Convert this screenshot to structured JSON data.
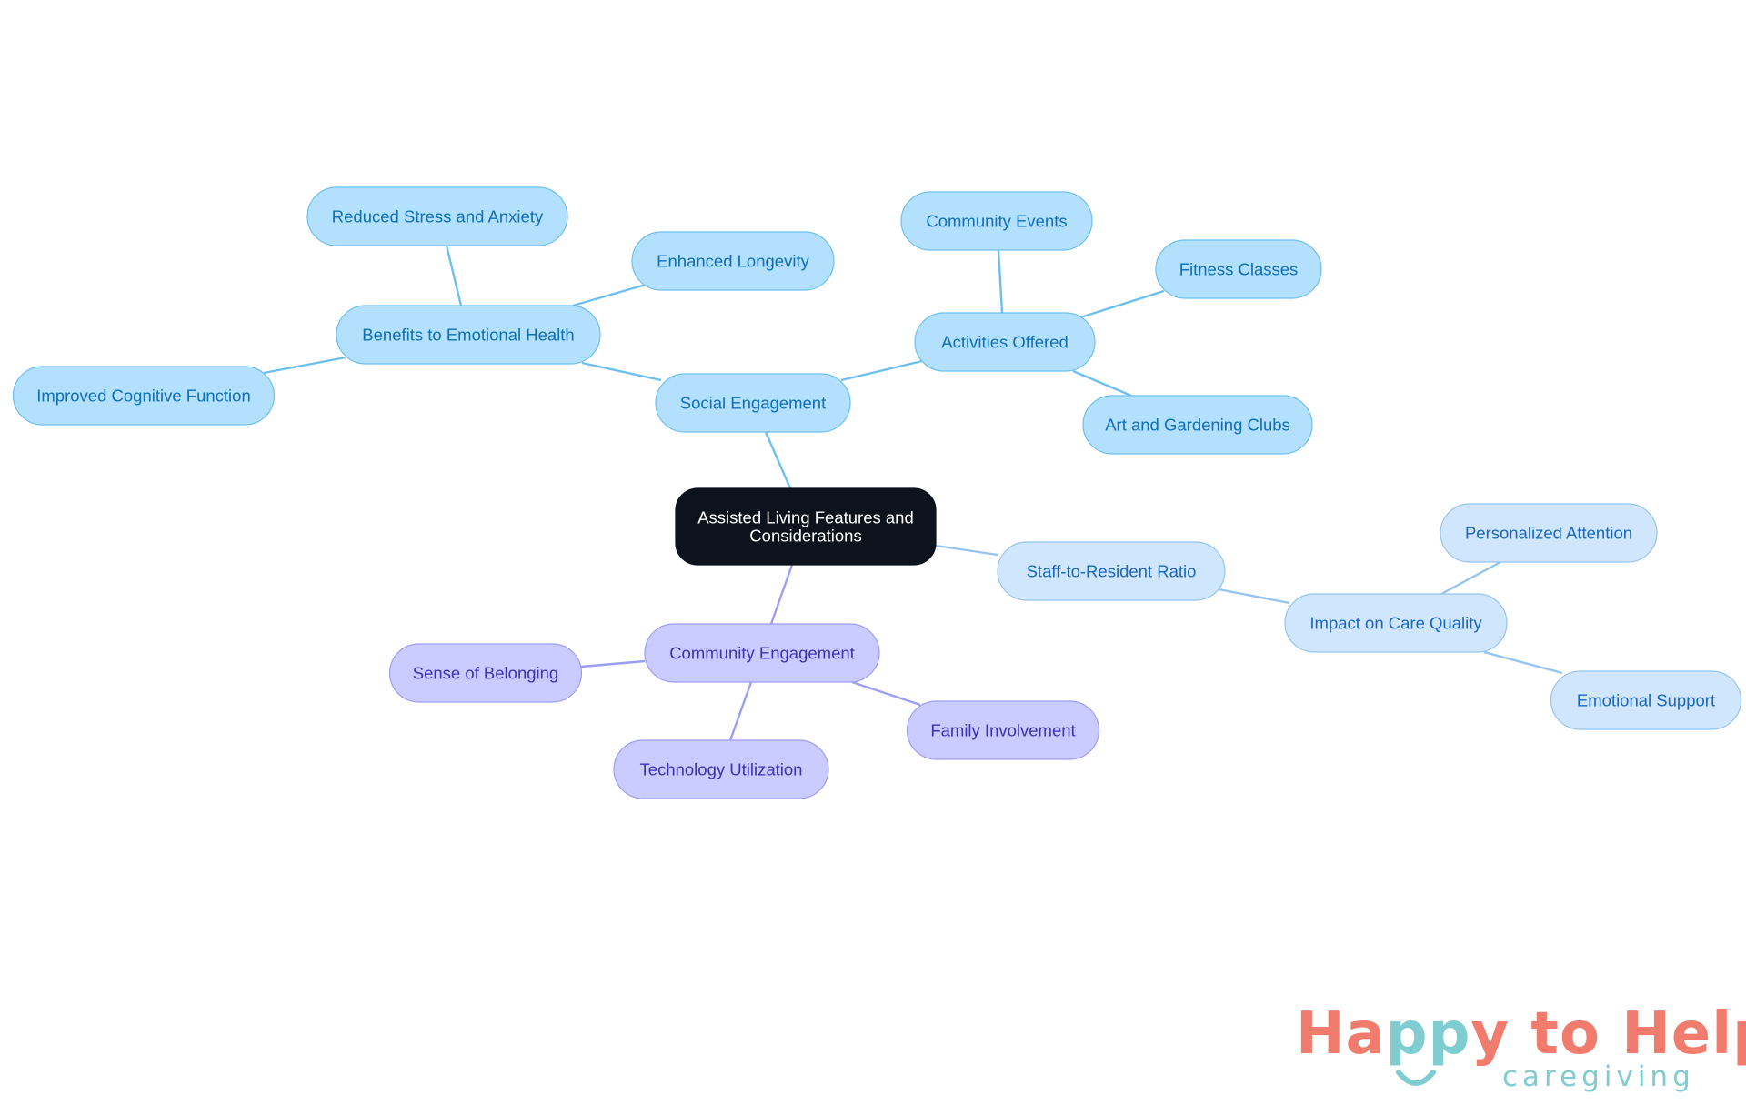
{
  "diagram": {
    "root": "Assisted Living Features and Considerations",
    "branches": [
      {
        "label": "Social Engagement",
        "children": [
          {
            "label": "Benefits to Emotional Health",
            "children": [
              {
                "label": "Reduced Stress and Anxiety"
              },
              {
                "label": "Enhanced Longevity"
              },
              {
                "label": "Improved Cognitive Function"
              }
            ]
          },
          {
            "label": "Activities Offered",
            "children": [
              {
                "label": "Community Events"
              },
              {
                "label": "Fitness Classes"
              },
              {
                "label": "Art and Gardening Clubs"
              }
            ]
          }
        ]
      },
      {
        "label": "Staff-to-Resident Ratio",
        "children": [
          {
            "label": "Impact on Care Quality",
            "children": [
              {
                "label": "Personalized Attention"
              },
              {
                "label": "Emotional Support"
              }
            ]
          }
        ]
      },
      {
        "label": "Community Engagement",
        "children": [
          {
            "label": "Sense of Belonging"
          },
          {
            "label": "Family Involvement"
          },
          {
            "label": "Technology Utilization"
          }
        ]
      }
    ]
  },
  "colors": {
    "root_fill": "#0d131c",
    "root_text": "#ffffff",
    "social_fill": "#b3e0fd",
    "social_stroke": "#6cbfef",
    "social_text": "#0f6fb8",
    "staff_fill": "#cfe6fc",
    "staff_stroke": "#95c4f0",
    "staff_text": "#1a67c2",
    "community_fill": "#cacbff",
    "community_stroke": "#9c9ef2",
    "community_text": "#3d31b8",
    "logo_coral": "#f17b6c",
    "logo_teal": "#7fcdd0"
  },
  "logo": {
    "line1": "Happy to Help",
    "line2": "caregiving"
  }
}
